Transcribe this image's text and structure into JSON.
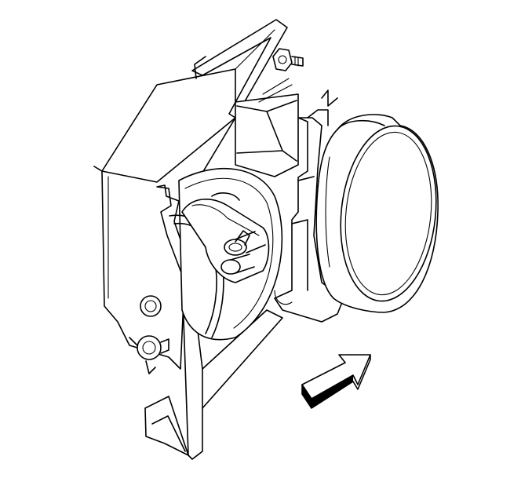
{
  "illustration": {
    "subject": "air-inlet-assembly",
    "style": "black-line-art",
    "colors": {
      "line": "#000000",
      "background": "#ffffff"
    },
    "arrow": {
      "icon": "direction-arrow-icon",
      "direction": "up-right"
    }
  }
}
